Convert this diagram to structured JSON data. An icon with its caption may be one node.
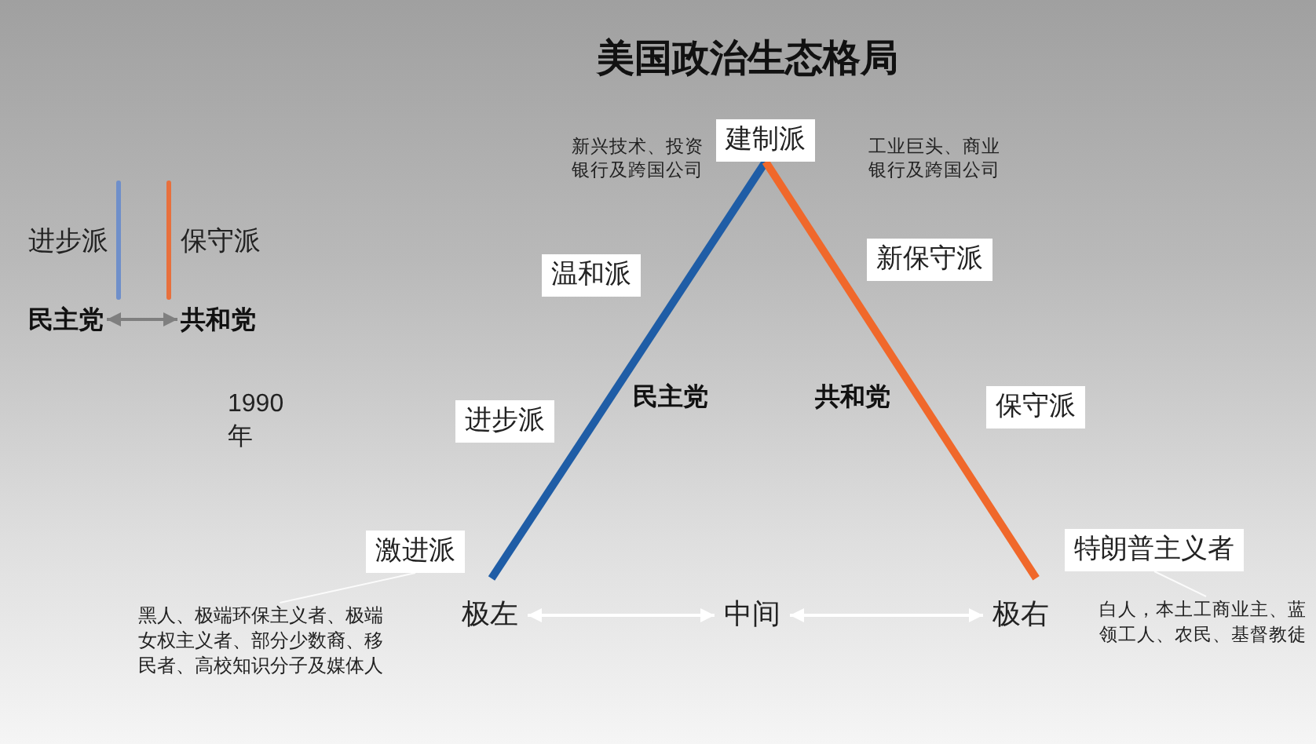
{
  "diagram": {
    "title": "美国政治生态格局",
    "nodes": [
      {
        "text": [
          "建制派"
        ],
        "beside": [
          "新兴技术、投资银行及跨国公司",
          "工业巨头、商业银行及跨国公司"
        ]
      },
      {
        "text": [
          "温和派"
        ]
      },
      {
        "text": [
          "新保守派"
        ]
      },
      {
        "text": [
          "民主党"
        ]
      },
      {
        "text": [
          "共和党"
        ]
      },
      {
        "text": [
          "进步派"
        ]
      },
      {
        "text": [
          "保守派"
        ]
      },
      {
        "text": [
          "激进派"
        ]
      },
      {
        "text": [
          "特朗普主义者"
        ]
      },
      {
        "text": [
          "极左"
        ]
      },
      {
        "text": [
          "中间"
        ]
      },
      {
        "text": [
          "极右"
        ]
      },
      {
        "text": [
          "黑人、极端环保主义者、极端女权主义者、部分少数裔、移民者、高校知识分子及媒体人"
        ]
      },
      {
        "text": [
          "白人，本土工商业主、蓝领工人、农民、基督教徒"
        ]
      }
    ],
    "edges": [
      {
        "from": 3,
        "to": 4,
        "arrow": "both",
        "color": "#7f7f7f"
      },
      {
        "from": 9,
        "to": 0,
        "arrow": "none",
        "style": "thick",
        "color": "#1f5da6"
      },
      {
        "from": 11,
        "to": 0,
        "arrow": "none",
        "style": "thick",
        "color": "#f0682b"
      },
      {
        "from": 9,
        "to": 10,
        "arrow": "both"
      },
      {
        "from": 10,
        "to": 11,
        "arrow": "both"
      },
      {
        "from": 12,
        "to": 7,
        "arrow": "none"
      },
      {
        "from": 13,
        "to": 8,
        "arrow": "none"
      }
    ],
    "labels": [
      "1990年",
      "民主党",
      "共和党"
    ],
    "legend": [
      {
        "text": "进步派",
        "color": "#6f8fca"
      },
      {
        "text": "保守派",
        "color": "#e8703d"
      }
    ]
  }
}
